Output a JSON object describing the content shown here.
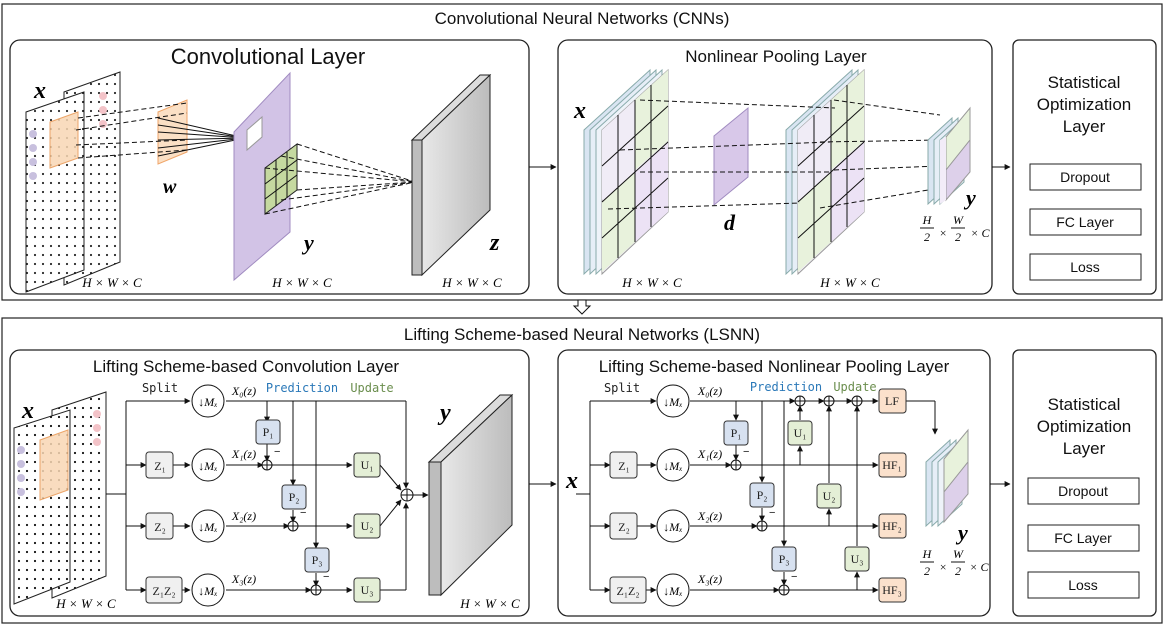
{
  "top": {
    "title": "Convolutional Neural Networks (CNNs)",
    "conv": {
      "title": "Convolutional Layer",
      "x": "x",
      "w": "w",
      "y": "y",
      "z": "z",
      "dim1": "H × W × C",
      "dim2": "H × W × C",
      "dim3": "H × W × C"
    },
    "pool": {
      "title": "Nonlinear Pooling Layer",
      "x": "x",
      "d": "d",
      "y": "y",
      "dim1": "H × W × C",
      "dim2": "H × W × C",
      "out_dim_h": "H",
      "out_dim_w": "W",
      "out_dim_2a": "2",
      "out_dim_2b": "2",
      "out_dim_times": "×",
      "out_dim_c": "× C"
    },
    "stat": {
      "title_l1": "Statistical",
      "title_l2": "Optimization",
      "title_l3": "Layer",
      "dropout": "Dropout",
      "fc": "FC Layer",
      "loss": "Loss"
    }
  },
  "bottom": {
    "title": "Lifting Scheme-based Neural Networks (LSNN)",
    "conv": {
      "title": "Lifting Scheme-based Convolution Layer",
      "x": "x",
      "y": "y",
      "split": "Split",
      "prediction": "Prediction",
      "update": "Update",
      "x0": "X₀(z)",
      "x1": "X₁(z)",
      "x2": "X₂(z)",
      "x3": "X₃(z)",
      "z1": "Z₁",
      "z2": "Z₂",
      "z1z2": "Z₁Z₂",
      "mx": "↓Mₓ",
      "p1": "P₁",
      "p2": "P₂",
      "p3": "P₃",
      "u1": "U₁",
      "u2": "U₂",
      "u3": "U₃",
      "dim_in": "H × W × C",
      "dim_out": "H × W × C"
    },
    "pool": {
      "title": "Lifting Scheme-based Nonlinear Pooling Layer",
      "x": "x",
      "y": "y",
      "split": "Split",
      "prediction": "Prediction",
      "update": "Update",
      "x0": "X₀(z)",
      "x1": "X₁(z)",
      "x2": "X₂(z)",
      "x3": "X₃(z)",
      "z1": "Z₁",
      "z2": "Z₂",
      "z1z2": "Z₁Z₂",
      "mx": "↓Mₓ",
      "p1": "P₁",
      "p2": "P₂",
      "p3": "P₃",
      "u1": "U₁",
      "u2": "U₂",
      "u3": "U₃",
      "lf": "LF",
      "hf1": "HF₁",
      "hf2": "HF₂",
      "hf3": "HF₃",
      "out_dim_h": "H",
      "out_dim_w": "W",
      "out_dim_2a": "2",
      "out_dim_2b": "2",
      "out_dim_times": "×",
      "out_dim_c": "× C"
    },
    "stat": {
      "title_l1": "Statistical",
      "title_l2": "Optimization",
      "title_l3": "Layer",
      "dropout": "Dropout",
      "fc": "FC Layer",
      "loss": "Loss"
    }
  },
  "colors": {
    "purple": "#c9b8dd",
    "green_fill": "#c5d9a0",
    "orange": "#f6c89a",
    "gray_block": "#c8c8c8",
    "pred_blue": "#2a78b8",
    "update_green": "#6b8e4e",
    "p_fill": "#d7e1f0",
    "u_fill": "#e4efd6",
    "hf_fill": "#fbe1cc",
    "z_fill": "#f0f0f0"
  }
}
